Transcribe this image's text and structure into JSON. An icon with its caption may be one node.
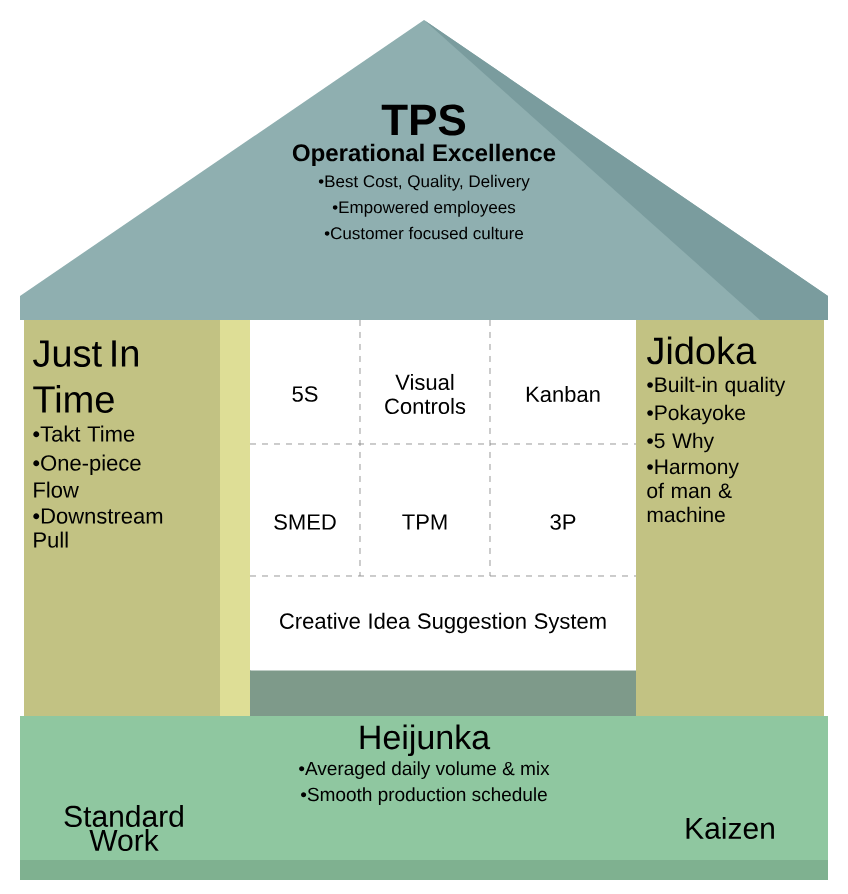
{
  "diagram": {
    "nodes": [
      {
        "text": [
          "TPS",
          "Operational Excellence",
          "•Best Cost, Quality, Delivery",
          "•Empowered employees",
          "•Customer focused culture"
        ]
      },
      {
        "text": [
          "Just In Time",
          "•Takt Time",
          "•One-piece Flow",
          "•Downstream Pull"
        ]
      },
      {
        "text": [],
        "shape": "box"
      },
      {
        "text": [
          "5S"
        ],
        "in": 2
      },
      {
        "text": [
          "Visual Controls"
        ],
        "in": 2
      },
      {
        "text": [
          "Kanban"
        ],
        "in": 2
      },
      {
        "text": [
          "SMED"
        ],
        "in": 2
      },
      {
        "text": [
          "TPM"
        ],
        "in": 2
      },
      {
        "text": [
          "3P"
        ],
        "in": 2
      },
      {
        "text": [
          "Creative Idea Suggestion System"
        ],
        "in": 2
      },
      {
        "text": [
          "Jidoka",
          "•Built-in quality",
          "•Pokayoke",
          "•5 Why",
          "•Harmony of man & machine"
        ]
      },
      {
        "text": [
          "Heijunka",
          "•Averaged daily volume & mix",
          "•Smooth production schedule"
        ]
      },
      {
        "text": [
          "Standard Work"
        ],
        "in": 11
      },
      {
        "text": [
          "Kaizen"
        ],
        "in": 11
      }
    ]
  }
}
